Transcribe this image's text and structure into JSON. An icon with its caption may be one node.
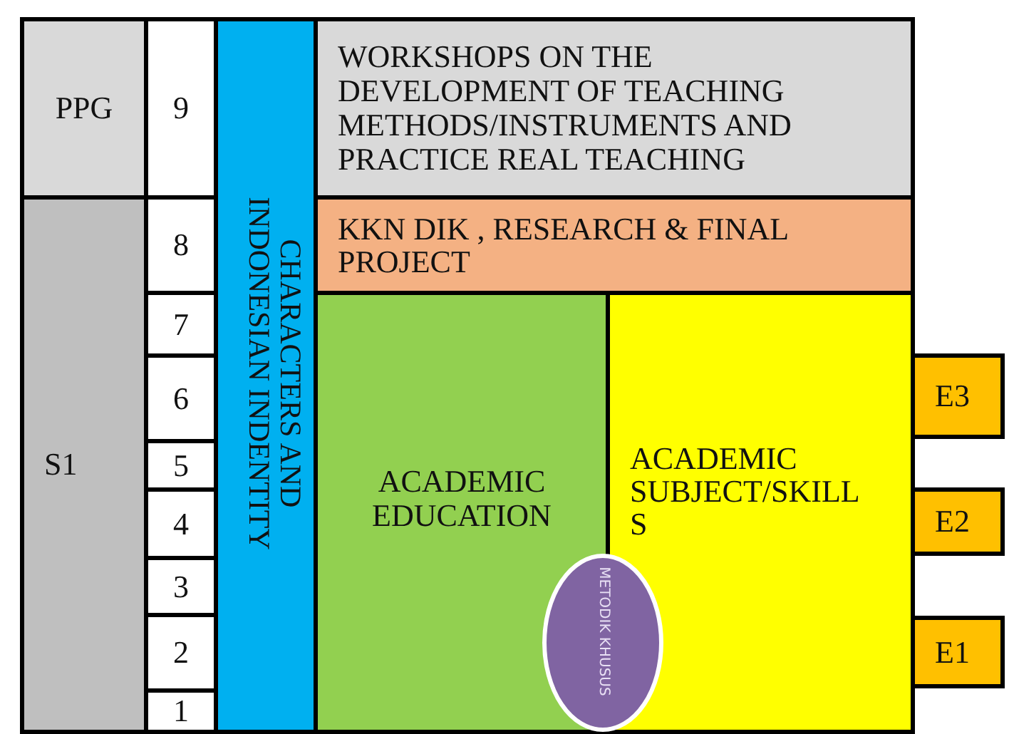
{
  "diagram": {
    "nodes": [
      {
        "text": [
          "PPG"
        ]
      },
      {
        "text": [
          "9"
        ]
      },
      {
        "text": [
          "CHARACTERS AND INDONESIAN INDENTITY"
        ]
      },
      {
        "text": [
          "WORKSHOPS ON THE DEVELOPMENT OF TEACHING METHODS/INSTRUMENTS AND PRACTICE REAL TEACHING"
        ]
      },
      {
        "text": [
          "S1"
        ]
      },
      {
        "text": [
          "8"
        ]
      },
      {
        "text": [
          "KKN DIK , RESEARCH & FINAL PROJECT"
        ]
      },
      {
        "text": [
          "7"
        ]
      },
      {
        "text": [
          "ACADEMIC EDUCATION"
        ]
      },
      {
        "text": [
          "ACADEMIC SUBJECT/SKILLS"
        ]
      },
      {
        "text": [
          "E3"
        ]
      },
      {
        "text": [
          "6"
        ]
      },
      {
        "text": [
          "5"
        ]
      },
      {
        "text": [
          "E2"
        ]
      },
      {
        "text": [
          "4"
        ]
      },
      {
        "text": [
          "3"
        ]
      },
      {
        "text": [
          "E1"
        ]
      },
      {
        "text": [
          "2"
        ]
      },
      {
        "text": [
          "METODIK KHUSUS"
        ]
      },
      {
        "text": [
          "1"
        ]
      }
    ]
  }
}
